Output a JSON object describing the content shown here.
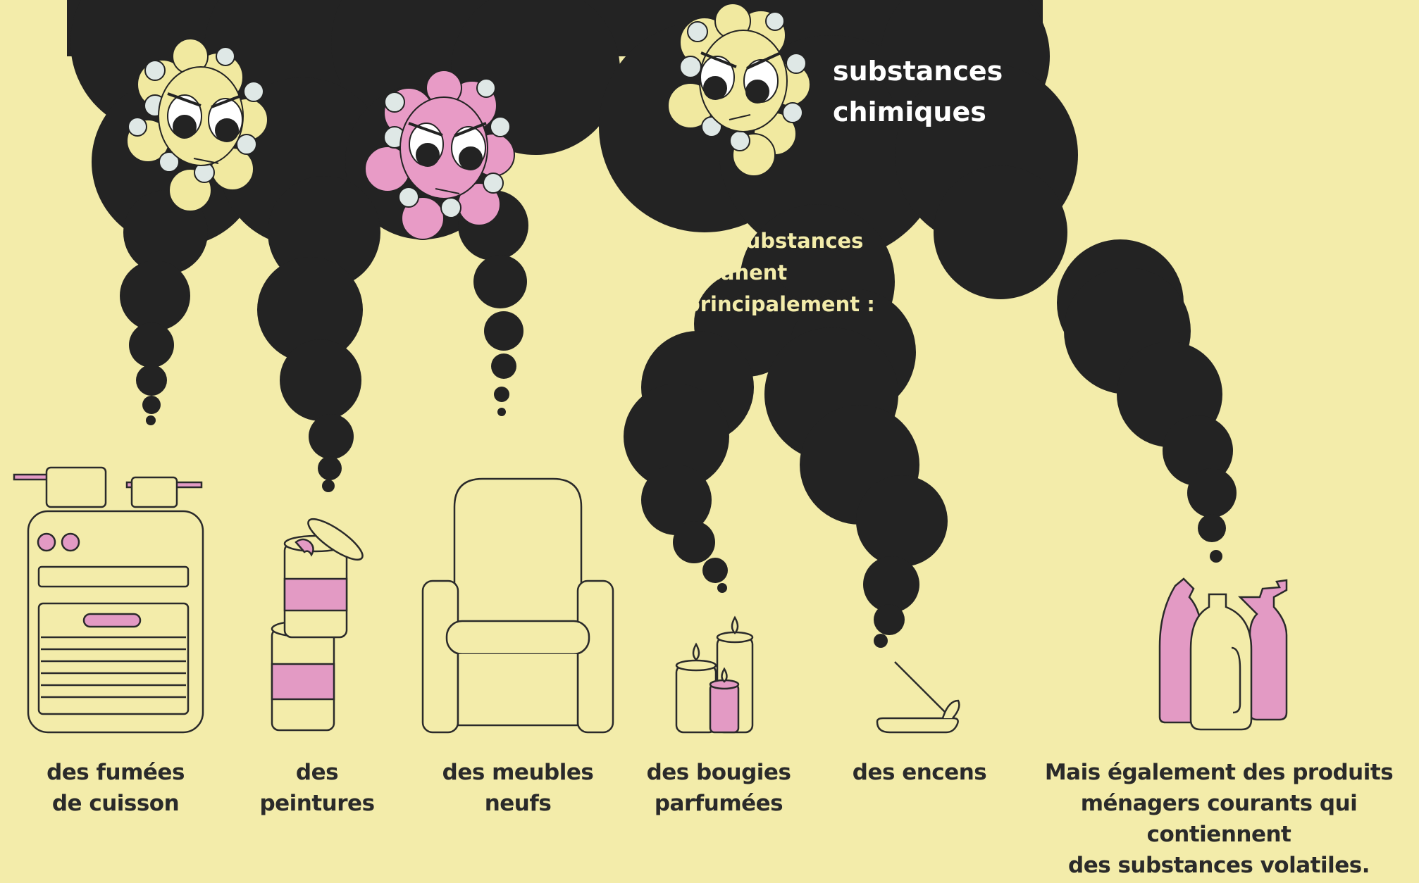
{
  "cloud": {
    "title_line1": "substances",
    "title_line2": "chimiques",
    "intro_line1": "Ces substances",
    "intro_line2": "émanent",
    "intro_line3": "principalement :"
  },
  "sources": [
    {
      "line1": "des fumées",
      "line2": "de cuisson",
      "icon": "stove-icon"
    },
    {
      "line1": "des peintures",
      "icon": "paint-can-icon"
    },
    {
      "line1": "des meubles",
      "line2": "neufs",
      "icon": "armchair-icon"
    },
    {
      "line1": "des bougies",
      "line2": "parfumées",
      "icon": "candle-icon"
    },
    {
      "line1": "des encens",
      "icon": "incense-icon"
    },
    {
      "line1": "Mais également des produits",
      "line2": "ménagers courants qui contiennent",
      "line3": "des substances volatiles.",
      "icon": "cleaning-products-icon"
    }
  ],
  "colors": {
    "background": "#f3ecaa",
    "smoke": "#232323",
    "accent_pink": "#e39ac4",
    "text_dark": "#2a2a2a"
  }
}
